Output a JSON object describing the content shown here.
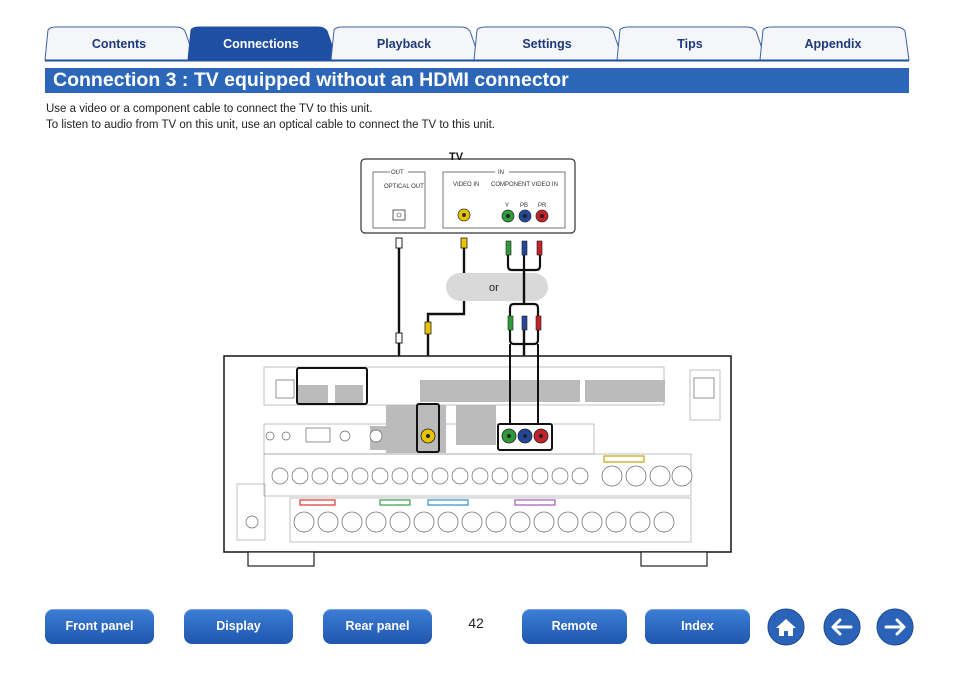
{
  "tabs": [
    {
      "label": "Contents"
    },
    {
      "label": "Connections"
    },
    {
      "label": "Playback"
    },
    {
      "label": "Settings"
    },
    {
      "label": "Tips"
    },
    {
      "label": "Appendix"
    }
  ],
  "title": "Connection 3 : TV equipped without an HDMI connector",
  "intro": {
    "line1": "Use a video or a component cable to connect the TV to this unit.",
    "line2": "To listen to audio from TV on this unit, use an optical cable to connect the TV to this unit."
  },
  "diagram": {
    "tv_label": "TV",
    "out_label": "OUT",
    "in_label": "IN",
    "optical_out": "OPTICAL OUT",
    "video_in": "VIDEO IN",
    "component_in": "COMPONENT VIDEO IN",
    "y_label": "Y",
    "pb_label": "PB",
    "pr_label": "PR",
    "or_label": "or"
  },
  "footer": {
    "front_panel": "Front panel",
    "display": "Display",
    "rear_panel": "Rear panel",
    "page_number": "42",
    "remote": "Remote",
    "index": "Index"
  },
  "icons": [
    "home-icon",
    "arrow-left-icon",
    "arrow-right-icon"
  ],
  "colors": {
    "accent": "#2b66b8",
    "tab_inactive": "#eef1f7",
    "component_y": "#2e9b3a",
    "component_pb": "#24479c",
    "component_pr": "#c4222a",
    "video": "#e8c400"
  }
}
